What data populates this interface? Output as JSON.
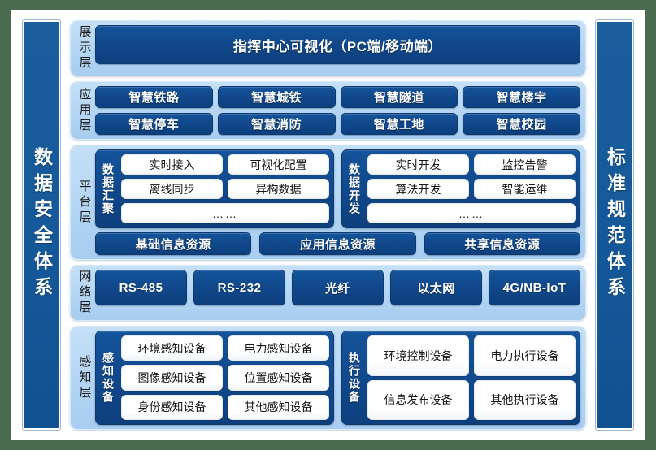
{
  "colors": {
    "background": "#4a6b50",
    "page": "#ffffff",
    "pillar": "#15599a",
    "layer_band": "#b3d5f3",
    "button_dark": "#11498c",
    "button_light": "#ffffff",
    "text_dark": "#171717",
    "text_light": "#ffffff"
  },
  "pillars": {
    "left": {
      "label": "数据安全体系"
    },
    "right": {
      "label": "标准规范体系"
    }
  },
  "layers": [
    {
      "key": "display",
      "label": "展示层",
      "items": [
        "指挥中心可视化（PC端/移动端）"
      ]
    },
    {
      "key": "application",
      "label": "应用层",
      "items": [
        "智慧铁路",
        "智慧城铁",
        "智慧隧道",
        "智慧楼宇",
        "智慧停车",
        "智慧消防",
        "智慧工地",
        "智慧校园"
      ]
    },
    {
      "key": "platform",
      "label": "平台层",
      "groups": [
        {
          "title": "数据汇聚",
          "rows": [
            [
              "实时接入",
              "可视化配置"
            ],
            [
              "离线同步",
              "异构数据"
            ]
          ],
          "more": "……"
        },
        {
          "title": "数据开发",
          "rows": [
            [
              "实时开发",
              "监控告警"
            ],
            [
              "算法开发",
              "智能运维"
            ]
          ],
          "more": "……"
        }
      ],
      "resources": [
        "基础信息资源",
        "应用信息资源",
        "共享信息资源"
      ]
    },
    {
      "key": "network",
      "label": "网络层",
      "items": [
        "RS-485",
        "RS-232",
        "光纤",
        "以太网",
        "4G/NB-IoT"
      ]
    },
    {
      "key": "perception",
      "label": "感知层",
      "groups": [
        {
          "title": "感知设备",
          "rows": [
            [
              "环境感知设备",
              "电力感知设备"
            ],
            [
              "图像感知设备",
              "位置感知设备"
            ],
            [
              "身份感知设备",
              "其他感知设备"
            ]
          ]
        },
        {
          "title": "执行设备",
          "rows": [
            [
              "环境控制设备",
              "电力执行设备"
            ],
            [
              "信息发布设备",
              "其他执行设备"
            ]
          ]
        }
      ]
    }
  ]
}
